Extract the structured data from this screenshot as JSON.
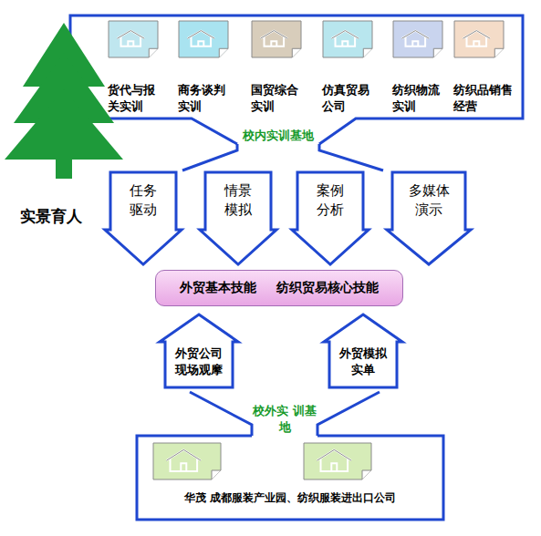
{
  "diagram": {
    "nodes": [
      {
        "text": [
          "校内实训基地"
        ]
      },
      {
        "text": [
          "货代与报 关实训"
        ],
        "in": 0
      },
      {
        "text": [
          "商务谈判 实训"
        ],
        "in": 0
      },
      {
        "text": [
          "国贸综合 实训"
        ],
        "in": 0
      },
      {
        "text": [
          "仿真贸易 公司"
        ],
        "in": 0
      },
      {
        "text": [
          "纺织物流 实训"
        ],
        "in": 0
      },
      {
        "text": [
          "纺织品销售 经营"
        ],
        "in": 0
      },
      {
        "text": [
          "任务 驱动"
        ]
      },
      {
        "text": [
          "情景 模拟"
        ]
      },
      {
        "text": [
          "案例 分析"
        ]
      },
      {
        "text": [
          "多媒体 演示"
        ]
      },
      {
        "text": [
          "外贸基本技能",
          "纺织贸易核心技能"
        ]
      },
      {
        "text": [
          "外贸公司 现场观摩"
        ]
      },
      {
        "text": [
          "外贸模拟 实单"
        ]
      },
      {
        "text": [
          "校外实 训基地",
          "华茂 成都服装产业园、纺织服装进出口公司"
        ]
      }
    ],
    "labels": [
      "实景育人"
    ]
  }
}
